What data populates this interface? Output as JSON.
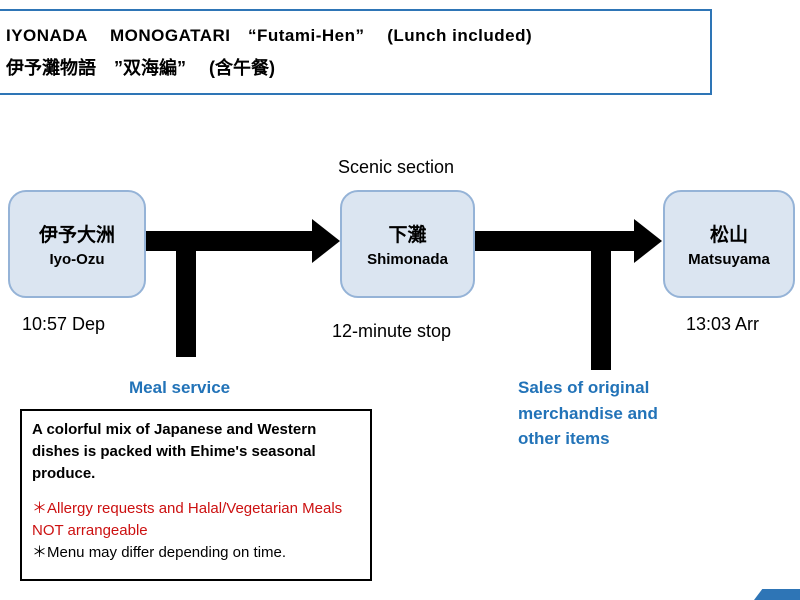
{
  "header": {
    "line1": "IYONADA　 MONOGATARI　“Futami-Hen”　 (Lunch included)",
    "line2": "伊予灘物語　”双海編”　 (含午餐)"
  },
  "diagram": {
    "scenic_label": "Scenic section",
    "stations": [
      {
        "jp": "伊予大洲",
        "en": "Iyo-Ozu",
        "time": "10:57 Dep"
      },
      {
        "jp": "下灘",
        "en": "Shimonada",
        "time": "12-minute stop"
      },
      {
        "jp": "松山",
        "en": "Matsuyama",
        "time": "13:03 Arr"
      }
    ],
    "callouts": [
      {
        "label": "Meal service"
      },
      {
        "label": "Sales of original merchandise and other items"
      }
    ]
  },
  "note_box": {
    "paragraph": "A colorful mix of Japanese and Western dishes is packed with Ehime's seasonal produce.",
    "warning": "＊Allergy requests and Halal/Vegetarian Meals NOT arrangeable",
    "note": "＊Menu may differ depending on time."
  },
  "colors": {
    "header_border": "#2e75b6",
    "station_fill": "#dbe5f1",
    "station_border": "#95b3d7",
    "callout_text": "#2273b8",
    "warning_text": "#cc1111",
    "arrow": "#000000"
  }
}
